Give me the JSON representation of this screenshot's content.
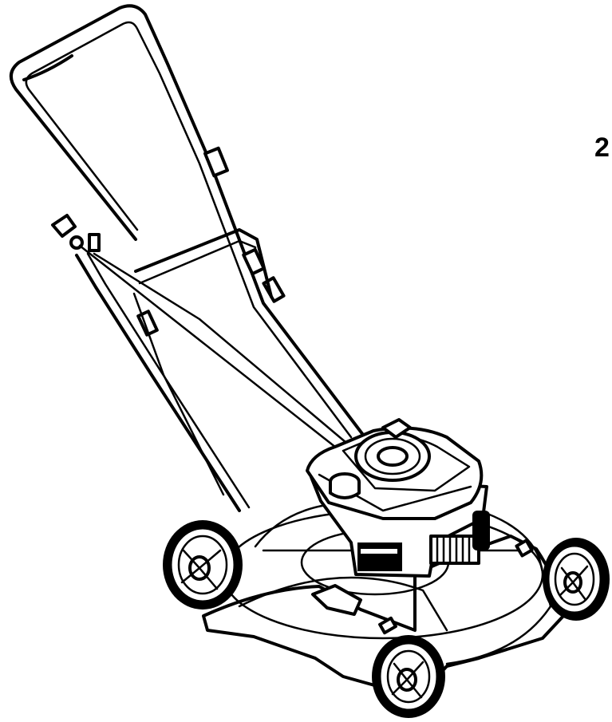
{
  "figure": {
    "corner_label": "2",
    "colors": {
      "line": "#000000",
      "background": "#ffffff"
    },
    "parts": [
      "handle",
      "starter-rope",
      "grass-catcher-frame",
      "engine",
      "fuel-cap",
      "deck",
      "rear-left-wheel",
      "rear-right-wheel",
      "front-wheel"
    ]
  }
}
